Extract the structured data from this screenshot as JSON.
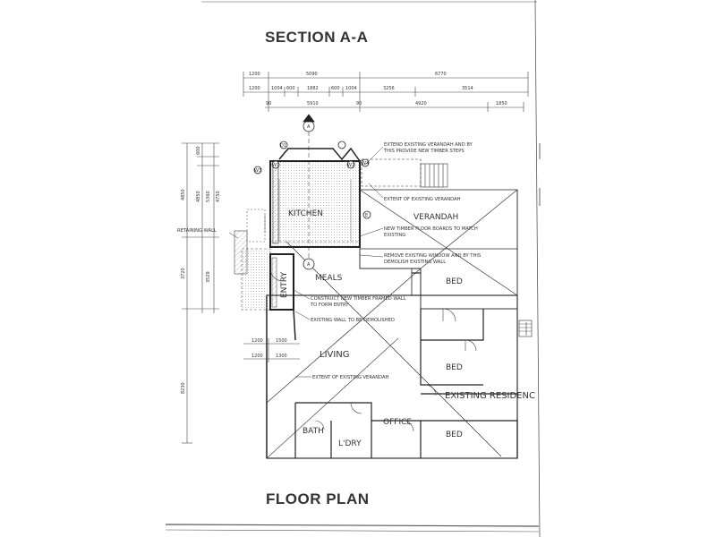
{
  "titles": {
    "section": "SECTION A-A",
    "floor_plan": "FLOOR PLAN"
  },
  "rooms": {
    "kitchen": "KITCHEN",
    "verandah": "VERANDAH",
    "meals": "MEALS",
    "entry": "ENTRY",
    "bed1": "BED",
    "bed2": "BED",
    "bed3": "BED",
    "living": "LIVING",
    "bath": "BATH",
    "ldry": "L'DRY",
    "office": "OFFICE",
    "existing": "EXISTING RESIDENC"
  },
  "notes": {
    "extend_verandah_1": "EXTEND EXISTING VERANDAH AND BY",
    "extend_verandah_2": "THIS PROVIDE NEW TIMBER STEPS",
    "extent_verandah_top": "EXTENT OF EXISTING VERANDAH",
    "floor_boards_1": "NEW TIMBER FLOOR BOARDS TO MATCH",
    "floor_boards_2": "EXISTING",
    "remove_window_1": "REMOVE EXISTING WINDOW AND BY THIS",
    "remove_window_2": "DEMOLISH EXISTING WALL",
    "construct_wall_1": "CONSTRUCT NEW TIMBER FRAMED WALL",
    "construct_wall_2": "TO FORM ENTRY",
    "wall_demolished": "EXISTING WALL TO BE DEMOLISHED",
    "extent_verandah_bottom": "EXTENT OF EXISTING VERANDAH",
    "retaining_wall": "RETAINING WALL"
  },
  "dimensions": {
    "top_row1": [
      "1200",
      "5090",
      "6770"
    ],
    "top_row2": [
      "1200",
      "1004",
      "600",
      "1882",
      "600",
      "1004",
      "3256",
      "3514"
    ],
    "top_row3": [
      "90",
      "5910",
      "90",
      "4920",
      "1850"
    ],
    "left_col1": [
      "4850",
      "3720"
    ],
    "left_col2": [
      "600",
      "4850",
      "5360",
      "4750",
      "3529",
      "8230"
    ],
    "mid_row": [
      "1200",
      "1500"
    ],
    "mid_row2": [
      "1200",
      "1300"
    ]
  },
  "tags": {
    "a_top": "A",
    "a_mid": "A",
    "w1": "W1",
    "w2": "W2",
    "w3": "W3",
    "w4": "W4",
    "d1": "D1",
    "e1": "E"
  }
}
